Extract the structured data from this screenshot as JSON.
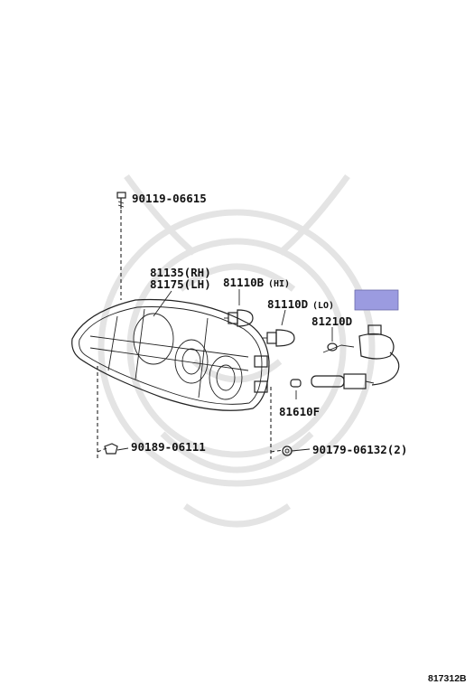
{
  "labels": {
    "bolt": "90119-06615",
    "lamp_rh": "81135(RH)",
    "lamp_lh": "81175(LH)",
    "bulb_hi_num": "81110B",
    "bulb_hi_tag": "(HI)",
    "bulb_lo_num": "81110D",
    "bulb_lo_tag": "(LO)",
    "socket": "81210D",
    "bulb_small": "81610F",
    "clip": "90189-06111",
    "nut": "90179-06132(2)"
  },
  "highlight_color": "#9b9be0",
  "footer": {
    "code": "817312B"
  }
}
